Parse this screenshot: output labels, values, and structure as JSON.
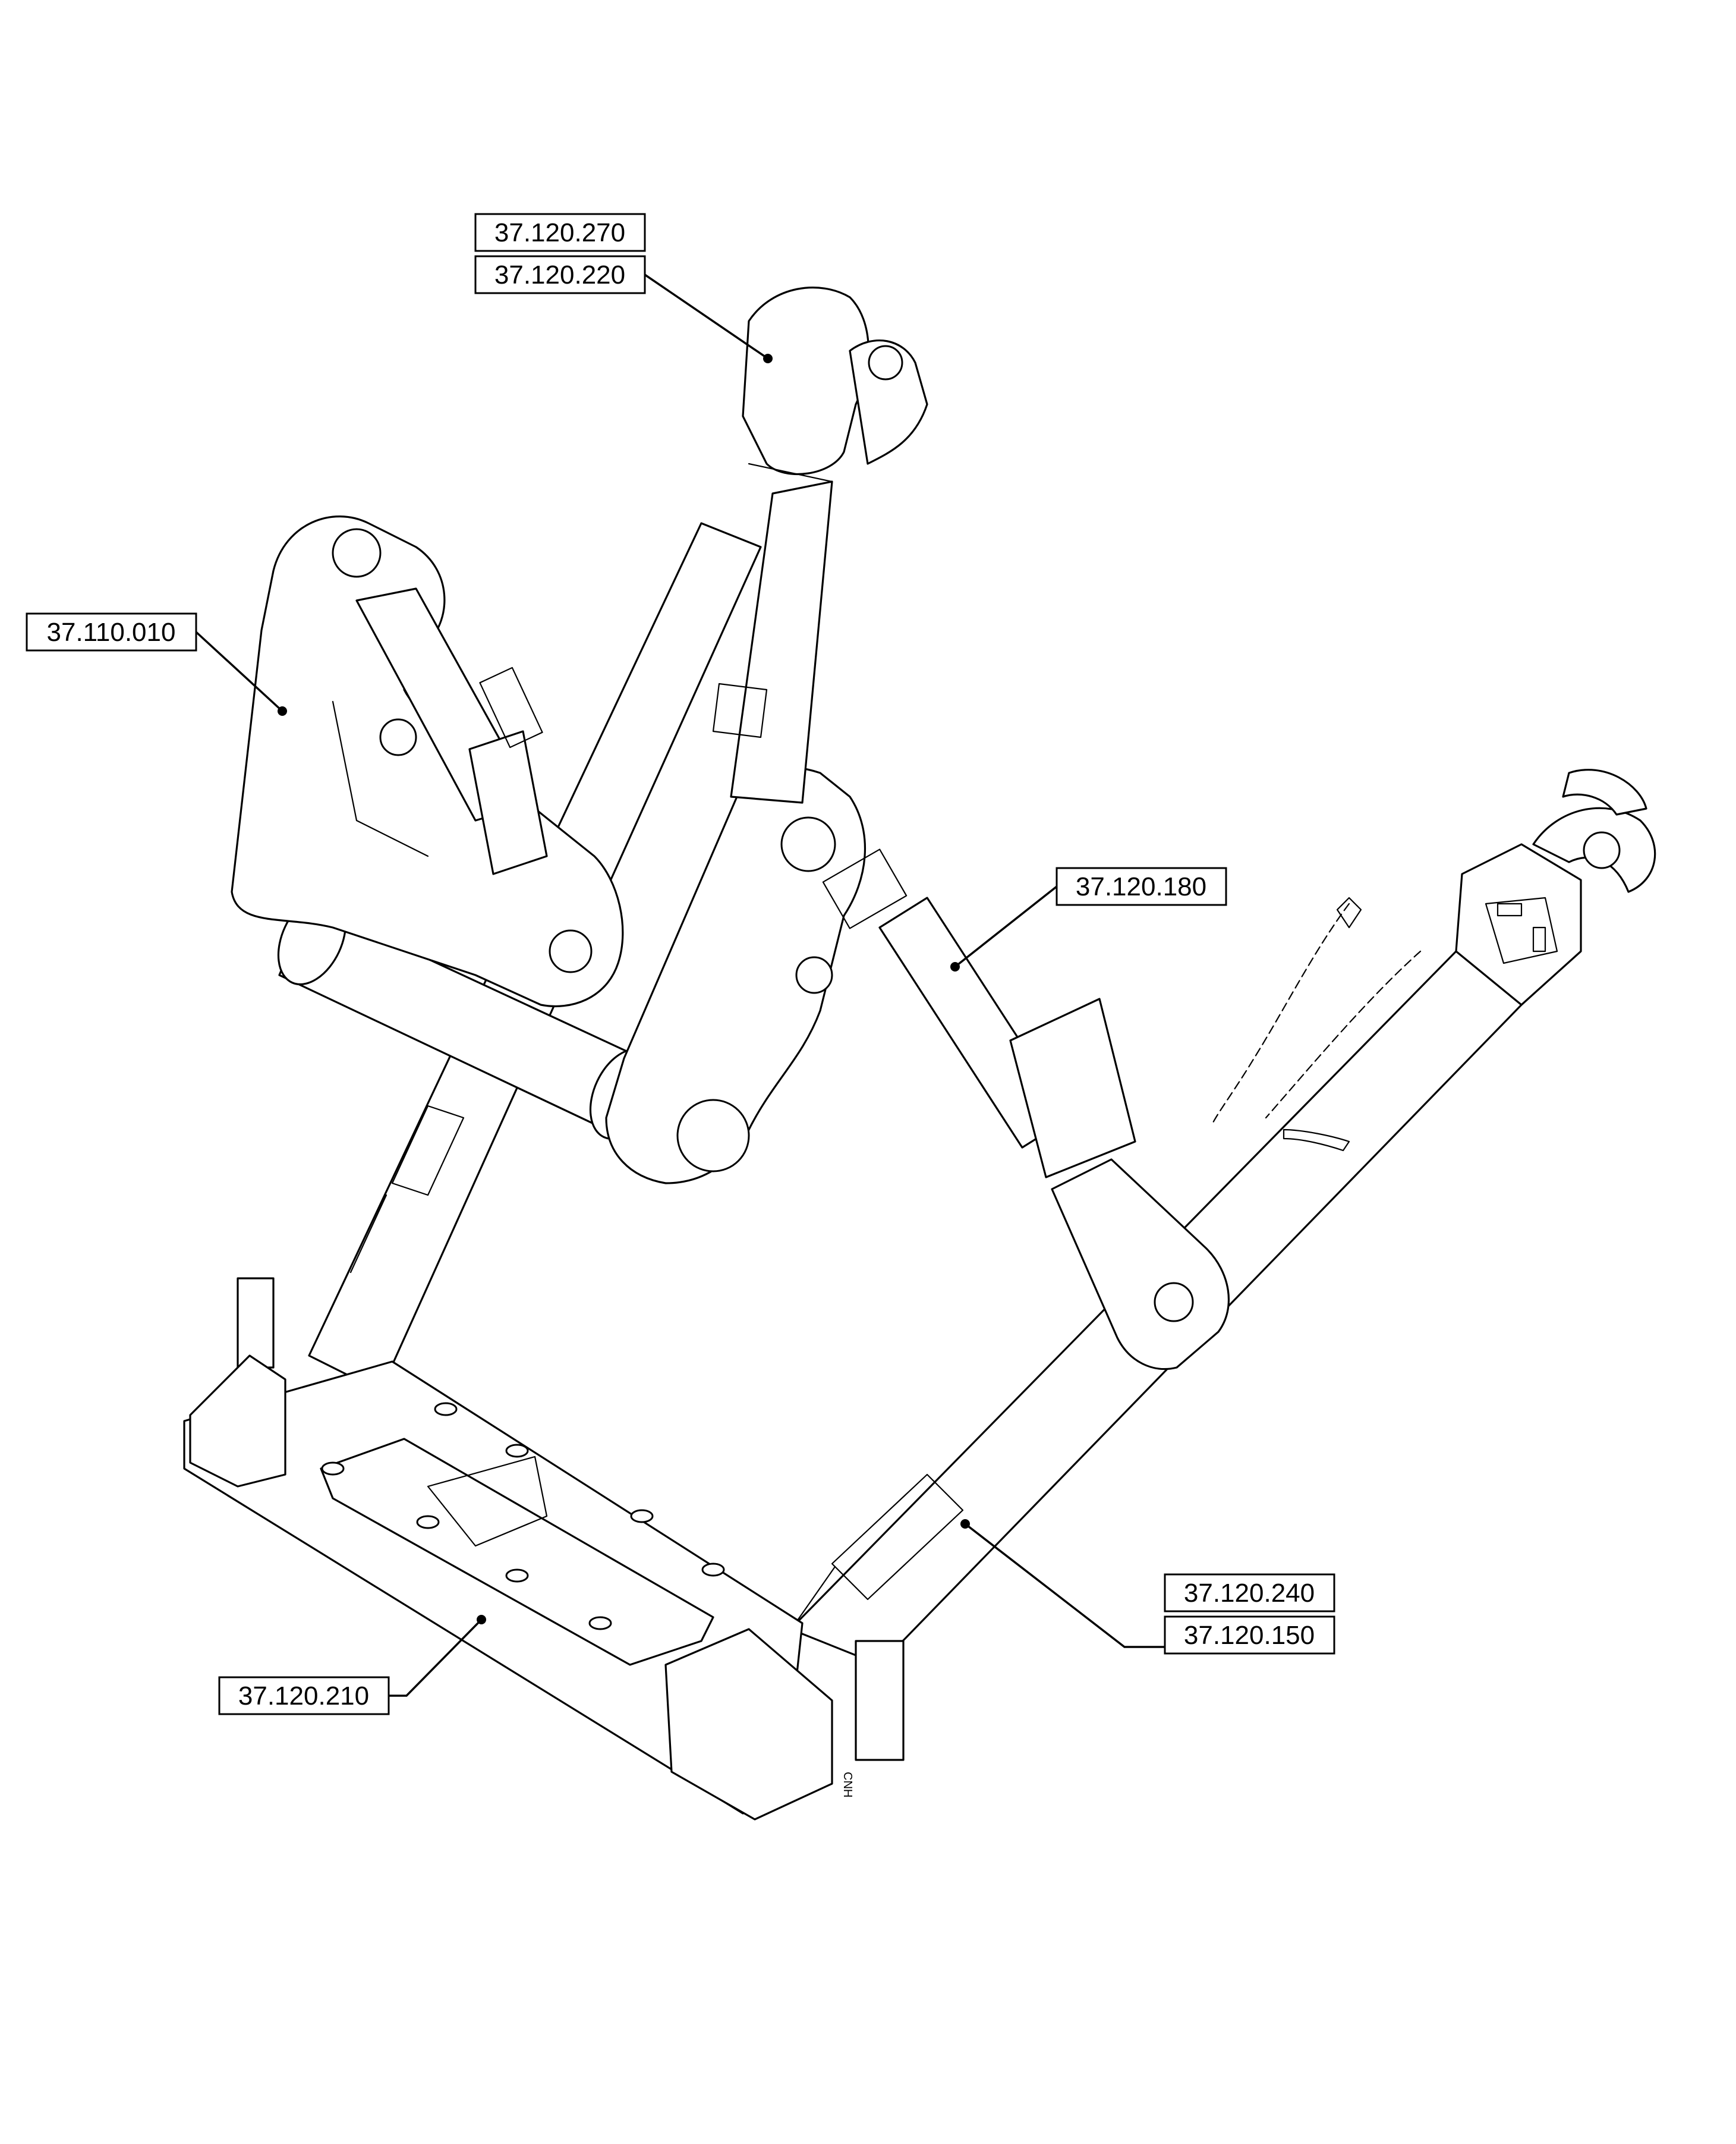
{
  "diagram": {
    "callouts": [
      {
        "id": "c270",
        "text": "37.120.270"
      },
      {
        "id": "c220",
        "text": "37.120.220"
      },
      {
        "id": "c010",
        "text": "37.110.010"
      },
      {
        "id": "c180",
        "text": "37.120.180"
      },
      {
        "id": "c240",
        "text": "37.120.240"
      },
      {
        "id": "c150",
        "text": "37.120.150"
      },
      {
        "id": "c210",
        "text": "37.120.210"
      }
    ],
    "plate_marking": "CNH"
  }
}
